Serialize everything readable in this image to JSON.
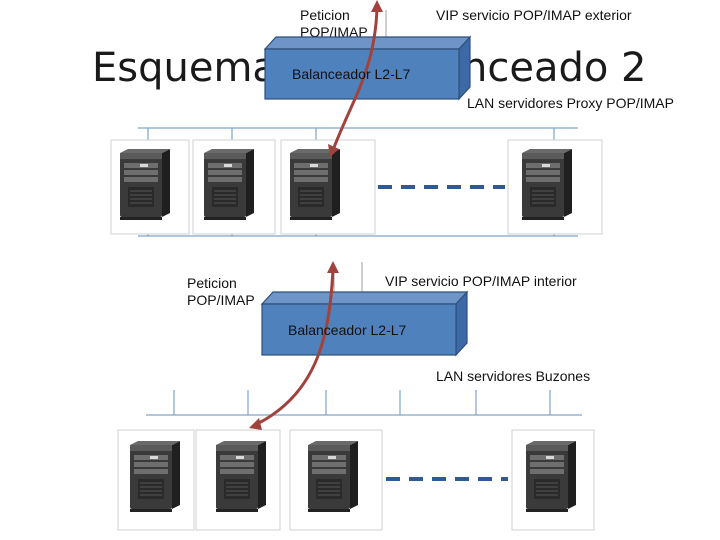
{
  "title": {
    "part1": "Esquema",
    "part2": "nceado 2"
  },
  "top_section": {
    "request_label": "Peticion\nPOP/IMAP",
    "vip_label": "VIP servicio POP/IMAP exterior",
    "balancer_label": "Balanceador L2-L7",
    "lan_label": "LAN servidores Proxy POP/IMAP"
  },
  "bottom_section": {
    "request_label": "Peticion\nPOP/IMAP",
    "vip_label": "VIP servicio POP/IMAP interior",
    "balancer_label": "Balanceador L2-L7",
    "lan_label": "LAN servidores Buzones"
  },
  "colors": {
    "balancer_fill": "#4f81bd",
    "balancer_border": "#2e4f7a",
    "lan_line": "#7da3c9",
    "dashed_line": "#2f5a96",
    "arrow": "#a0433d",
    "server_body": "#3a3a3a"
  }
}
